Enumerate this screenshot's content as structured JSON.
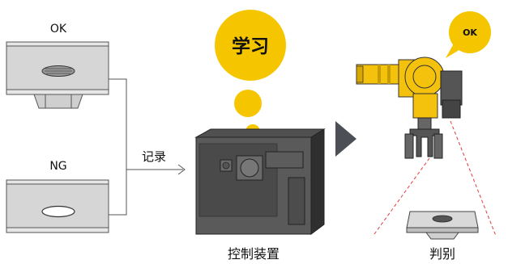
{
  "labels": {
    "ok_top": "OK",
    "ng": "NG",
    "record": "记录",
    "learn": "学习",
    "controller": "控制装置",
    "judge_bubble": "OK",
    "judge": "判别"
  },
  "colors": {
    "accent_yellow": "#f5c500",
    "device_dark": "#3a3a3a",
    "device_body": "#555555",
    "arrow_gray": "#4d4f57",
    "laser_red": "#e23b3b",
    "robot_yellow": "#f4c20d",
    "part_gray": "#d9d9d9"
  }
}
